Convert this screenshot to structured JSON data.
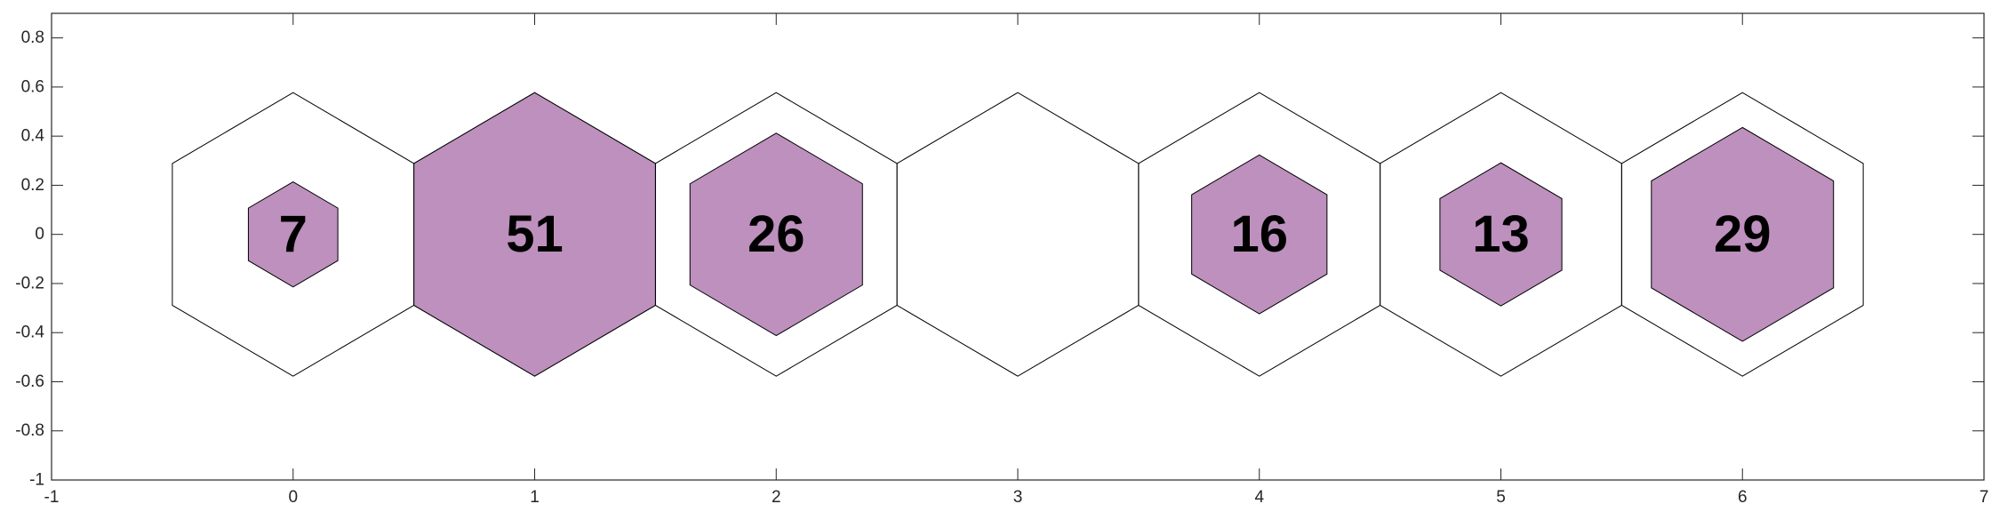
{
  "chart_data": {
    "type": "hexagon-hit-map",
    "title": "",
    "xlabel": "",
    "ylabel": "",
    "xlim": [
      -1,
      7
    ],
    "ylim": [
      -1,
      0.9
    ],
    "xticks": [
      -1,
      0,
      1,
      2,
      3,
      4,
      5,
      6,
      7
    ],
    "xtick_labels": [
      "-1",
      "0",
      "1",
      "2",
      "3",
      "4",
      "5",
      "6",
      "7"
    ],
    "yticks": [
      -1,
      -0.8,
      -0.6,
      -0.4,
      -0.2,
      0,
      0.2,
      0.4,
      0.6,
      0.8
    ],
    "ytick_labels": [
      "-1",
      "-0.8",
      "-0.6",
      "-0.4",
      "-0.2",
      "0",
      "0.2",
      "0.4",
      "0.6",
      "0.8"
    ],
    "grid": false,
    "max_hits": 51,
    "neurons": [
      {
        "x": 0,
        "y": 0,
        "hits": 7,
        "label": "7"
      },
      {
        "x": 1,
        "y": 0,
        "hits": 51,
        "label": "51"
      },
      {
        "x": 2,
        "y": 0,
        "hits": 26,
        "label": "26"
      },
      {
        "x": 3,
        "y": 0,
        "hits": 0,
        "label": ""
      },
      {
        "x": 4,
        "y": 0,
        "hits": 16,
        "label": "16"
      },
      {
        "x": 5,
        "y": 0,
        "hits": 13,
        "label": "13"
      },
      {
        "x": 6,
        "y": 0,
        "hits": 29,
        "label": "29"
      }
    ],
    "colors": {
      "fill": "#bd90bd",
      "outline": "#000000",
      "axis": "#262626",
      "background": "#ffffff"
    }
  }
}
